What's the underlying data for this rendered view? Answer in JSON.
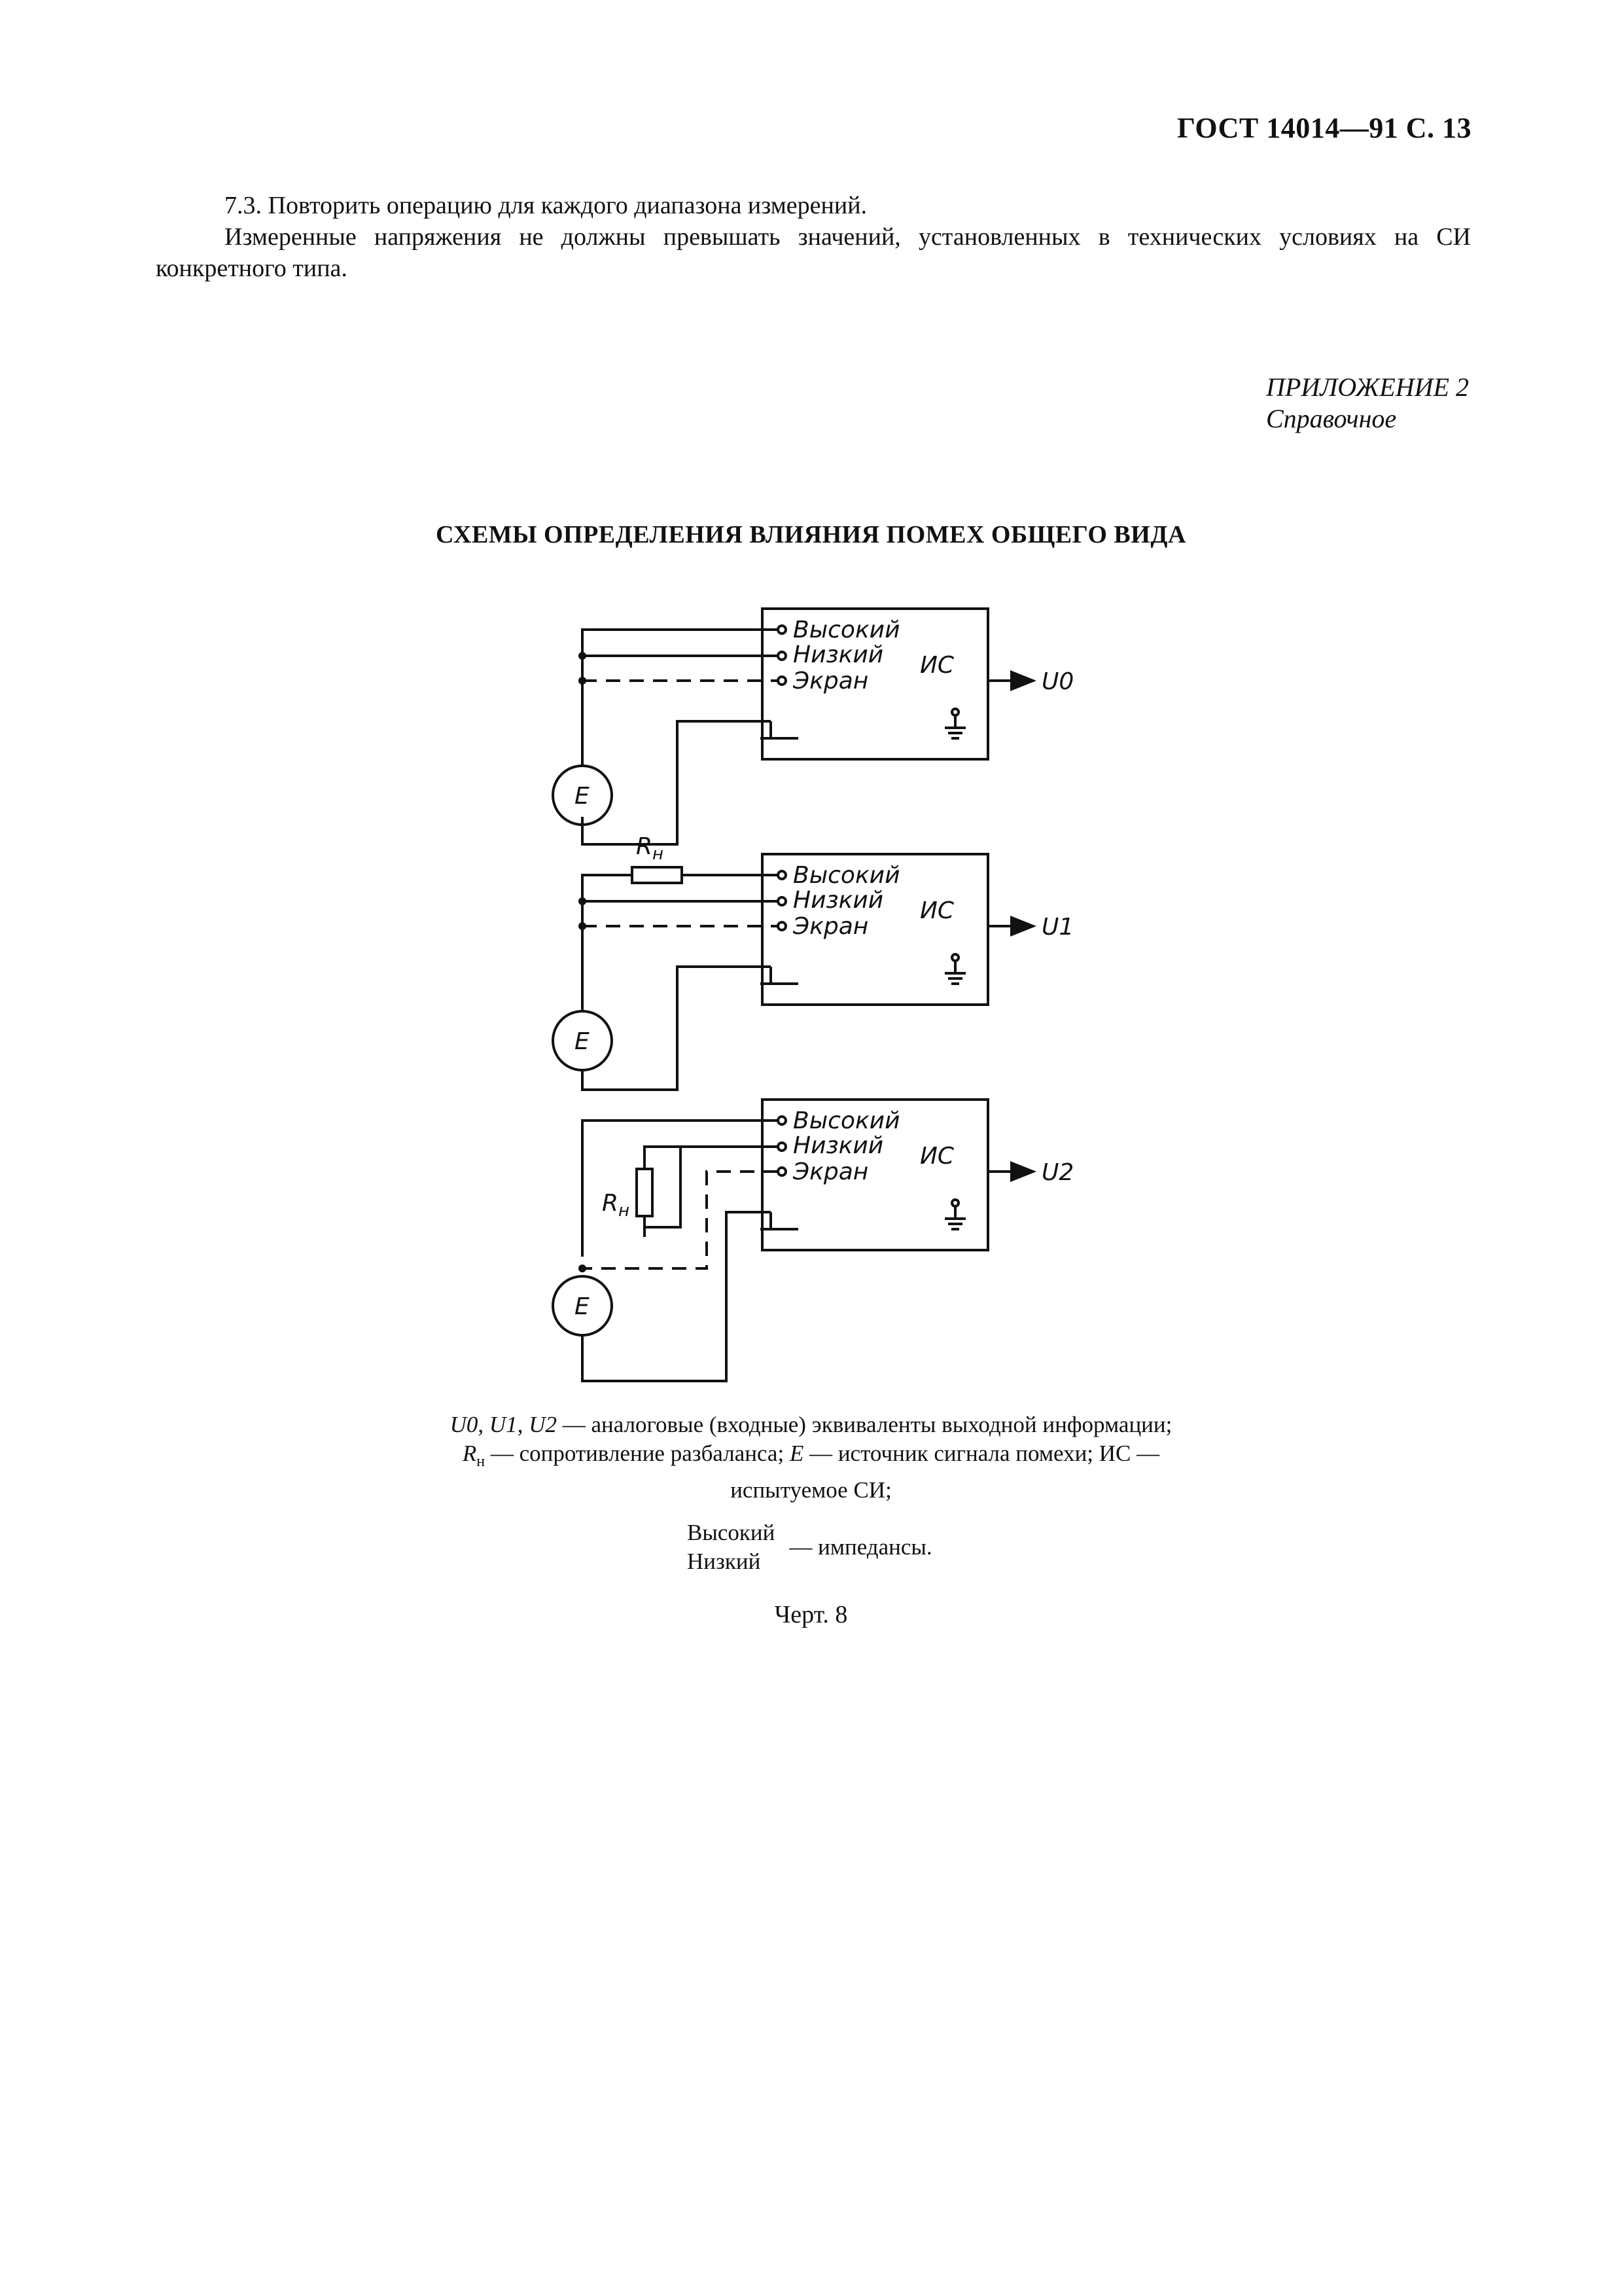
{
  "header": {
    "title": "ГОСТ 14014—91 С. 13"
  },
  "paragraphs": {
    "p1": "7.3. Повторить операцию для каждого диапазона измерений.",
    "p2": "Измеренные напряжения не должны превышать значений, установленных в технических условиях на СИ конкретного типа."
  },
  "appendix": {
    "label": "ПРИЛОЖЕНИЕ 2",
    "status": "Справочное"
  },
  "section_title": "СХЕМЫ ОПРЕДЕЛЕНИЯ ВЛИЯНИЯ ПОМЕХ ОБЩЕГО ВИДА",
  "diagram": {
    "terminal_high": "Высокий",
    "terminal_low": "Низкий",
    "terminal_screen": "Экран",
    "device": "ИС",
    "source": "E",
    "resistor": "Rн",
    "outputs": [
      "U0",
      "U1",
      "U2"
    ]
  },
  "legend": {
    "l1_a": "U0",
    "l1_b": "U1",
    "l1_c": "U2",
    "l1_text": " — аналоговые (входные) эквиваленты выходной информации;",
    "l2_r": "R",
    "l2_sub": "н",
    "l2_text": " — сопротивление разбаланса; ",
    "l2_e": "E",
    "l2_text2": " — источник сигнала помехи; ИС —",
    "l3_text": "испытуемое СИ;"
  },
  "impedance": {
    "high": "Высокий",
    "low": "Низкий",
    "text": "— импедансы."
  },
  "figure_caption": "Черт. 8"
}
